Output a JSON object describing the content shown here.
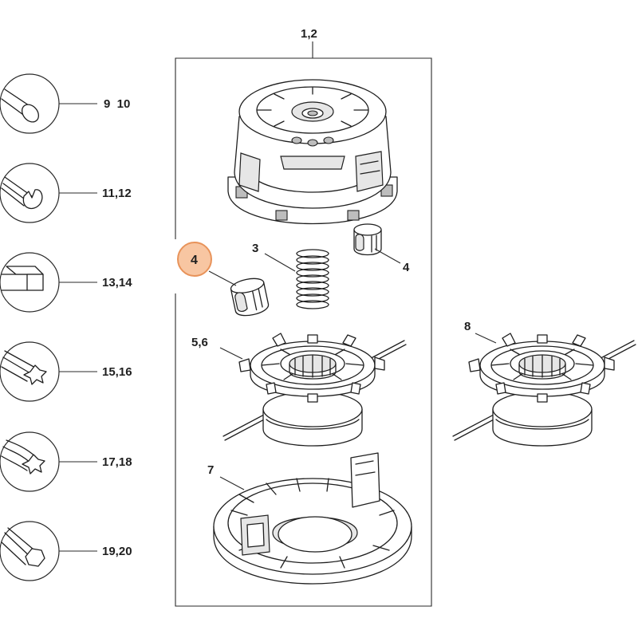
{
  "profiles": [
    {
      "label": "9  10",
      "shape": "round"
    },
    {
      "label": "11,12",
      "shape": "round-notched"
    },
    {
      "label": "13,14",
      "shape": "square"
    },
    {
      "label": "15,16",
      "shape": "star"
    },
    {
      "label": "17,18",
      "shape": "twisted-star"
    },
    {
      "label": "19,20",
      "shape": "serrated"
    }
  ],
  "parts": {
    "cap_label": "1,2",
    "spring_label": "3",
    "clip_label": "4",
    "clip_highlight_label": "4",
    "spool_label": "5,6",
    "base_label": "7",
    "spool_alt_label": "8"
  },
  "colors": {
    "highlight_fill": "#f8c6a2",
    "highlight_border": "#e8935a",
    "ink": "#1f1f1f"
  }
}
